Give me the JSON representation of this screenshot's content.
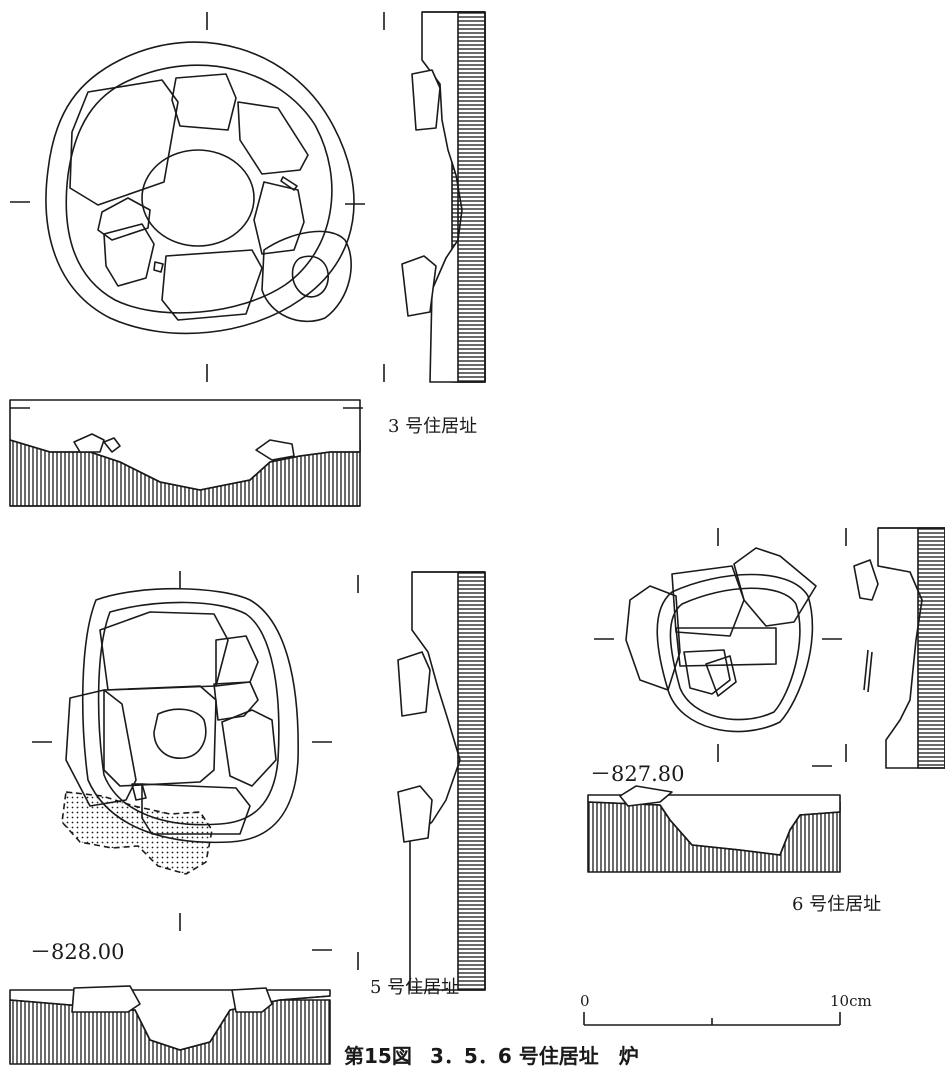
{
  "labels": {
    "house3": "3 号住居址",
    "house5": "5 号住居址",
    "house6": "6 号住居址",
    "elev5": "－828.00",
    "elev6": "－827.80"
  },
  "scale_bar": {
    "start": "0",
    "end": "10cm"
  },
  "caption": {
    "figure": "第15図",
    "title": "3．5．6 号住居址　炉"
  }
}
